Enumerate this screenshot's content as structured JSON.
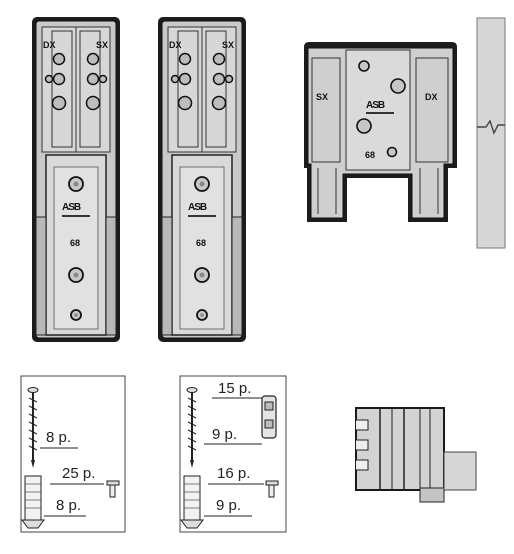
{
  "brackets": [
    {
      "left_mark": "DX",
      "right_mark": "SX",
      "logo": "ASB",
      "number": "68"
    },
    {
      "left_mark": "DX",
      "right_mark": "SX",
      "logo": "ASB",
      "number": "68"
    }
  ],
  "plate": {
    "left_mark": "SX",
    "right_mark": "DX",
    "logo": "ASB",
    "number": "68"
  },
  "kit_a": {
    "labels": [
      "8 p.",
      "25 p.",
      "8 p."
    ]
  },
  "kit_b": {
    "labels": [
      "15 p.",
      "9 p.",
      "16 p.",
      "9 p."
    ]
  },
  "colors": {
    "part_fill": "#d0d0d0",
    "outline": "#1a1a1a",
    "panel": "#d6d6d6"
  }
}
